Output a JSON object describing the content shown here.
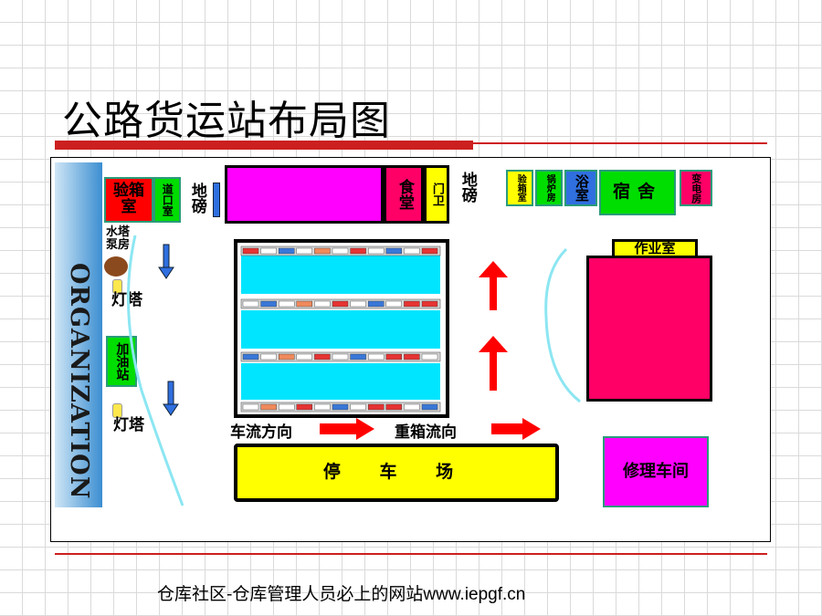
{
  "title": "公路货运站布局图",
  "org_text": "ORGANIZATION",
  "buildings": {
    "inspection_room": "验箱室",
    "road_room": "道口室",
    "canteen": "食堂",
    "guard": "门卫",
    "insp_small": "验箱室",
    "boiler": "锅炉房",
    "bath": "浴室",
    "dorm": "宿舍",
    "substation": "变电房",
    "workshop_label": "作业室",
    "gas_station": "加油站",
    "parking": "停 车 场",
    "repair": "修理车间"
  },
  "labels": {
    "weighbridge_left": "地磅",
    "weighbridge_right": "地磅",
    "water_tower": "水塔泵房",
    "light_tower_1": "灯塔",
    "light_tower_2": "灯塔",
    "traffic_flow": "车流方向",
    "heavy_box_flow": "重箱流向"
  },
  "footer": {
    "text": "仓库社区-仓库管理人员必上的网站",
    "url": "www.iepgf.cn"
  },
  "colors": {
    "red": "#ff0000",
    "green": "#00dd00",
    "magenta": "#ff00ff",
    "crimson": "#ff0066",
    "yellow": "#ffff00",
    "cyan": "#00e5ff",
    "blue": "#0066ff",
    "accent": "#cc1f1f"
  }
}
